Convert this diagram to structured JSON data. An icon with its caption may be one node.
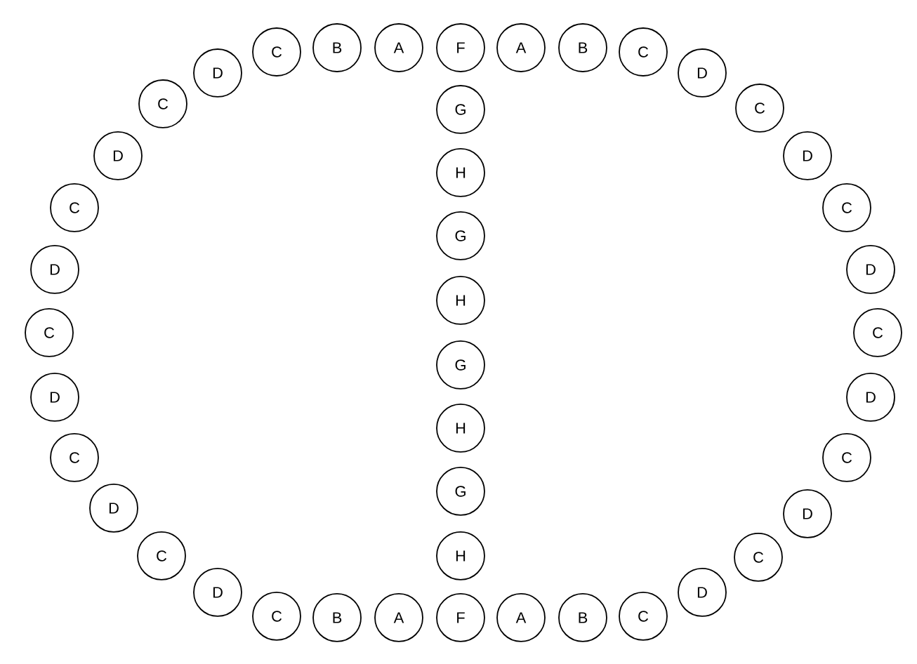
{
  "diagram": {
    "nodes": [
      {
        "text": [
          "C"
        ]
      },
      {
        "text": [
          "B"
        ]
      },
      {
        "text": [
          "A"
        ]
      },
      {
        "text": [
          "F"
        ]
      },
      {
        "text": [
          "A"
        ]
      },
      {
        "text": [
          "B"
        ]
      },
      {
        "text": [
          "C"
        ]
      },
      {
        "text": [
          "D"
        ]
      },
      {
        "text": [
          "D"
        ]
      },
      {
        "text": [
          "C"
        ]
      },
      {
        "text": [
          "G"
        ]
      },
      {
        "text": [
          "C"
        ]
      },
      {
        "text": [
          "D"
        ]
      },
      {
        "text": [
          "D"
        ]
      },
      {
        "text": [
          "H"
        ]
      },
      {
        "text": [
          "C"
        ]
      },
      {
        "text": [
          "C"
        ]
      },
      {
        "text": [
          "G"
        ]
      },
      {
        "text": [
          "D"
        ]
      },
      {
        "text": [
          "D"
        ]
      },
      {
        "text": [
          "H"
        ]
      },
      {
        "text": [
          "C"
        ]
      },
      {
        "text": [
          "C"
        ]
      },
      {
        "text": [
          "G"
        ]
      },
      {
        "text": [
          "D"
        ]
      },
      {
        "text": [
          "D"
        ]
      },
      {
        "text": [
          "H"
        ]
      },
      {
        "text": [
          "C"
        ]
      },
      {
        "text": [
          "C"
        ]
      },
      {
        "text": [
          "G"
        ]
      },
      {
        "text": [
          "D"
        ]
      },
      {
        "text": [
          "D"
        ]
      },
      {
        "text": [
          "C"
        ]
      },
      {
        "text": [
          "H"
        ]
      },
      {
        "text": [
          "C"
        ]
      },
      {
        "text": [
          "D"
        ]
      },
      {
        "text": [
          "D"
        ]
      },
      {
        "text": [
          "C"
        ]
      },
      {
        "text": [
          "B"
        ]
      },
      {
        "text": [
          "A"
        ]
      },
      {
        "text": [
          "F"
        ]
      },
      {
        "text": [
          "A"
        ]
      },
      {
        "text": [
          "B"
        ]
      },
      {
        "text": [
          "C"
        ]
      }
    ]
  }
}
